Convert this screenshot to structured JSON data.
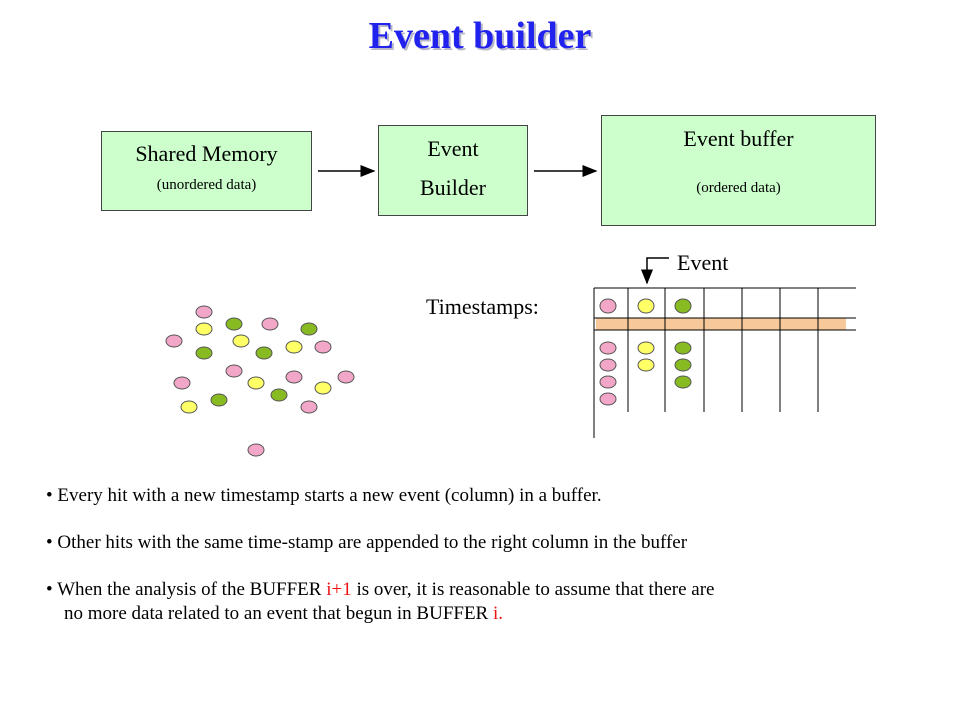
{
  "title": "Event builder",
  "boxes": {
    "shared_memory": {
      "label": "Shared Memory",
      "sublabel": "(unordered data)"
    },
    "event_builder": {
      "line1": "Event",
      "line2": "Builder"
    },
    "event_buffer": {
      "label": "Event buffer",
      "sublabel": "(ordered data)"
    }
  },
  "event_label": "Event",
  "timestamps_label": "Timestamps:",
  "colors": {
    "title": "#2222ee",
    "box_fill": "#ccffcc",
    "hit_pink": "#f2a6c8",
    "hit_yellow": "#ffff66",
    "hit_green": "#88bb22",
    "timestamp_band": "#f6c89a",
    "highlight": "#ee1111"
  },
  "bullets": [
    {
      "text": "Every hit with a new timestamp starts a new event (column) in a buffer."
    },
    {
      "text": "Other hits with the same time-stamp are appended to the right column in the buffer"
    },
    {
      "pre": "When the analysis of the BUFFER ",
      "hl": "i+1",
      "post": " is over, it is reasonable to assume that there are"
    },
    {
      "pre": "no more data related to an event that begun in BUFFER ",
      "hl": "i.",
      "post": ""
    }
  ]
}
